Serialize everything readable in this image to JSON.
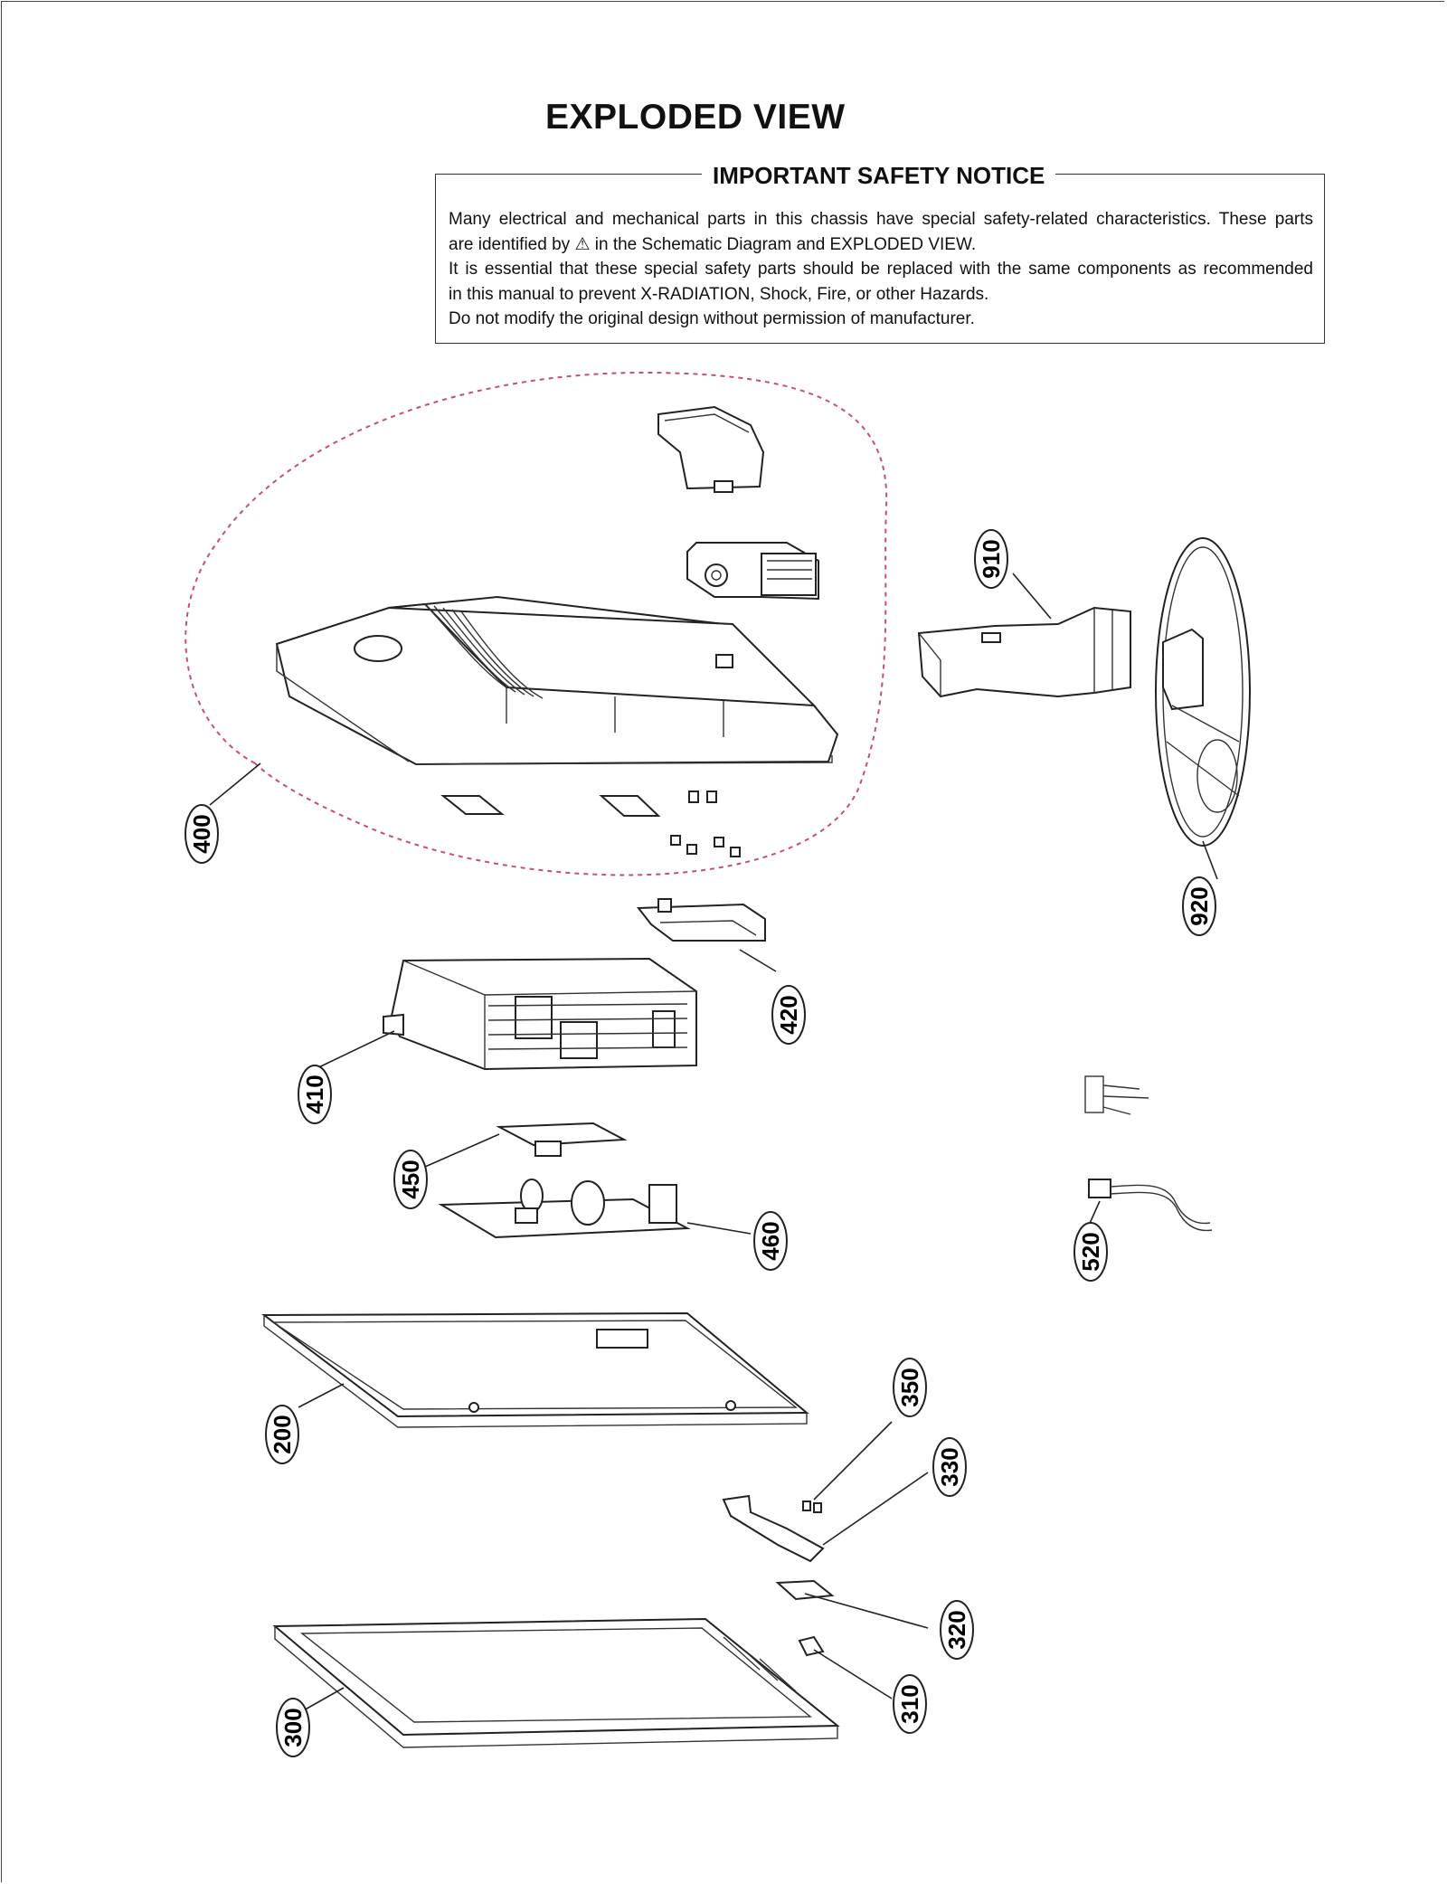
{
  "title": "EXPLODED VIEW",
  "notice": {
    "heading": "IMPORTANT SAFETY NOTICE",
    "line1": "Many electrical and mechanical parts in this chassis have special safety-related characteristics. These parts",
    "line2_before": "are identified by",
    "line2_symbol": "⚠",
    "line2_after": "in the Schematic Diagram and EXPLODED VIEW.",
    "line3": "It is essential that these special safety parts should be replaced with the same components as recommended",
    "line4": "in this manual to prevent X-RADIATION, Shock, Fire, or other Hazards.",
    "line5": "Do not modify the original design without permission of manufacturer."
  },
  "callouts": {
    "c910": "910",
    "c920": "920",
    "c400": "400",
    "c420": "420",
    "c410": "410",
    "c450": "450",
    "c460": "460",
    "c520": "520",
    "c200": "200",
    "c350": "350",
    "c330": "330",
    "c320": "320",
    "c310": "310",
    "c300": "300"
  },
  "colors": {
    "group_outline": "#c8506a",
    "line": "#222222"
  }
}
